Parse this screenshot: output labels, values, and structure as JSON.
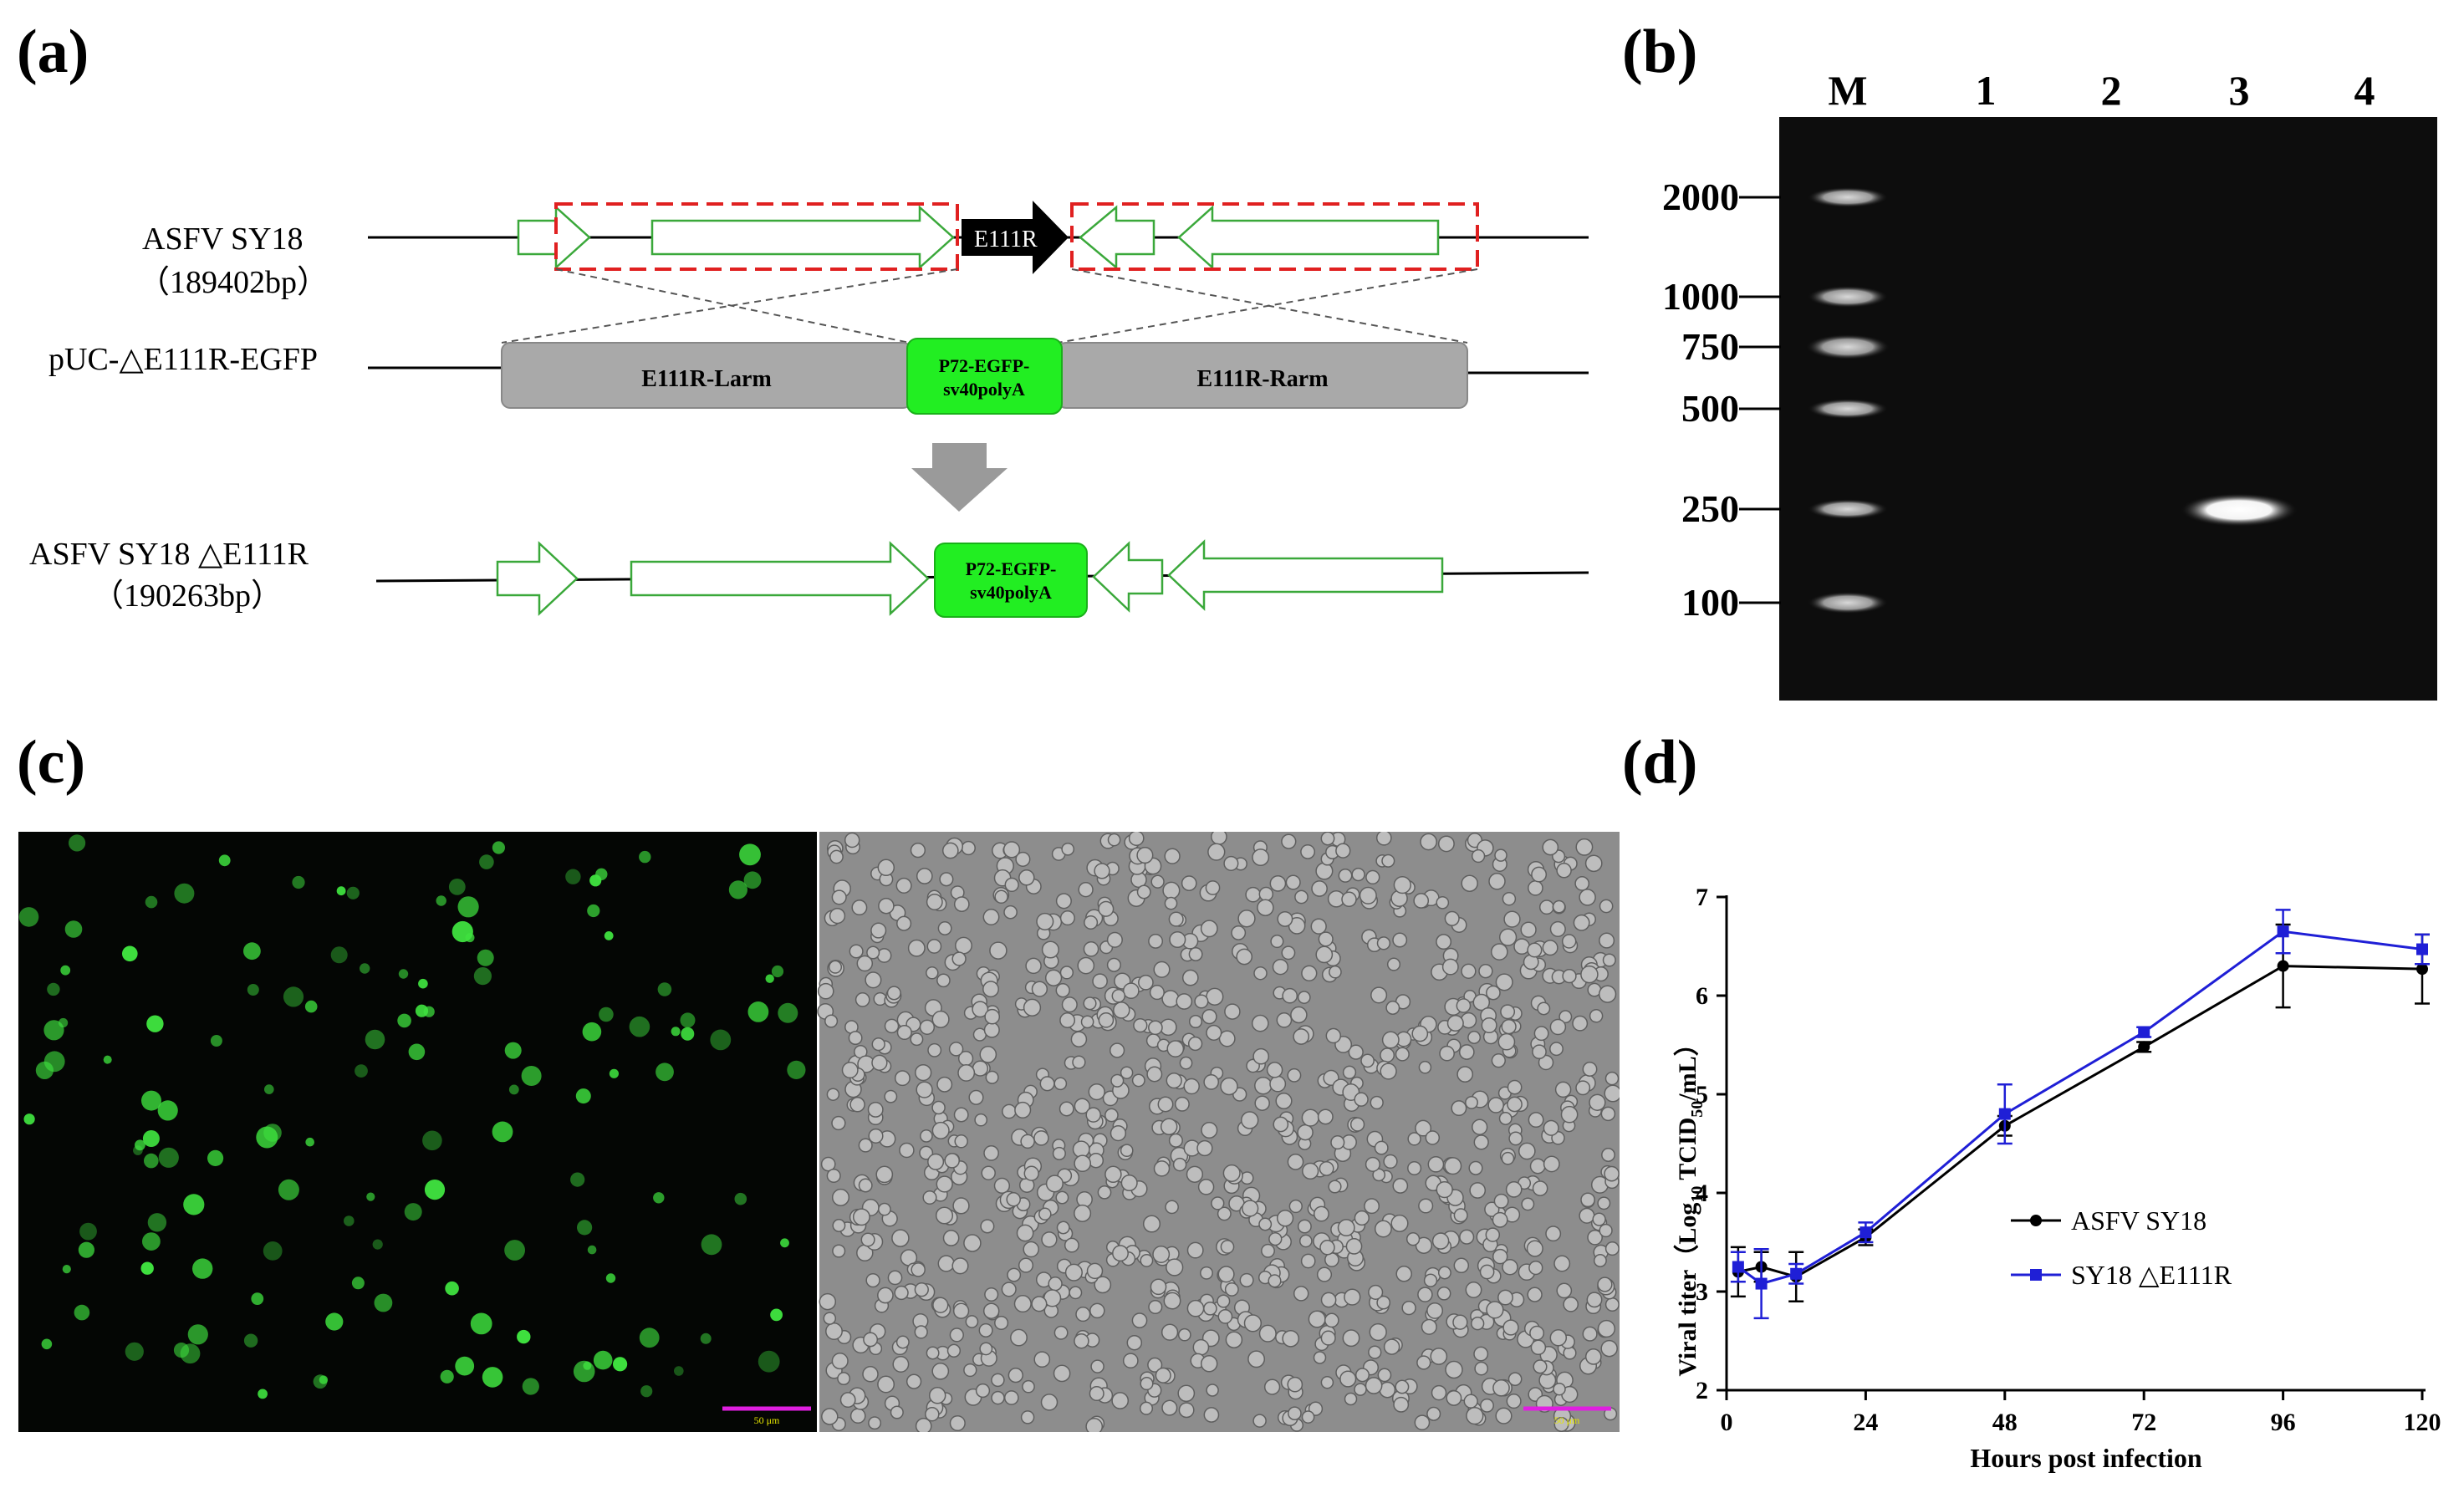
{
  "panel_labels": {
    "a": "(a)",
    "b": "(b)",
    "c": "(c)",
    "d": "(d)"
  },
  "panel_a": {
    "genome_name": "ASFV SY18",
    "genome_size": "（189402bp）",
    "gene_label": "E111R",
    "plasmid_name": "pUC-△E111R-EGFP",
    "left_arm": "E111R-Larm",
    "cassette_line1": "P72-EGFP-",
    "cassette_line2": "sv40polyA",
    "right_arm": "E111R-Rarm",
    "mutant_name": "ASFV SY18 △E111R",
    "mutant_size": "（190263bp）"
  },
  "panel_b": {
    "lane_labels": [
      "M",
      "1",
      "2",
      "3",
      "4"
    ],
    "marker_sizes": [
      "2000",
      "1000",
      "750",
      "500",
      "250",
      "100"
    ],
    "band": {
      "lane": "3",
      "size": "250"
    }
  },
  "panel_c": {
    "fluorescence_scale_label": "50 μm",
    "brightfield_scale_label": "50 μm",
    "fluorescence_color": "#3fe23f",
    "scale_bar_color": "#e01fe0"
  },
  "chart_data": {
    "type": "line",
    "title": "",
    "xlabel": "Hours post infection",
    "ylabel_prefix": "Viral titer（Log",
    "ylabel_sub1": "10",
    "ylabel_mid": " TCID",
    "ylabel_sub2": "50",
    "ylabel_suffix": "/mL）",
    "xlim": [
      0,
      120
    ],
    "ylim": [
      2,
      7
    ],
    "xticks": [
      "0",
      "24",
      "48",
      "72",
      "96",
      "120"
    ],
    "yticks": [
      "2",
      "3",
      "4",
      "5",
      "6",
      "7"
    ],
    "legend_position": "bottom-right",
    "series": [
      {
        "name": "ASFV SY18",
        "color": "#000000",
        "marker": "circle",
        "x": [
          2,
          6,
          12,
          24,
          48,
          72,
          96,
          120
        ],
        "y": [
          3.2,
          3.25,
          3.15,
          3.55,
          4.68,
          5.48,
          6.3,
          6.27
        ],
        "err": [
          0.25,
          0.15,
          0.25,
          0.08,
          0.1,
          0.05,
          0.42,
          0.35
        ]
      },
      {
        "name": "SY18 △E111R",
        "color": "#1f1fd6",
        "marker": "square",
        "x": [
          2,
          6,
          12,
          24,
          48,
          72,
          96,
          120
        ],
        "y": [
          3.25,
          3.08,
          3.18,
          3.6,
          4.8,
          5.63,
          6.65,
          6.47
        ],
        "err": [
          0.15,
          0.35,
          0.1,
          0.1,
          0.3,
          0.05,
          0.22,
          0.15
        ]
      }
    ]
  }
}
